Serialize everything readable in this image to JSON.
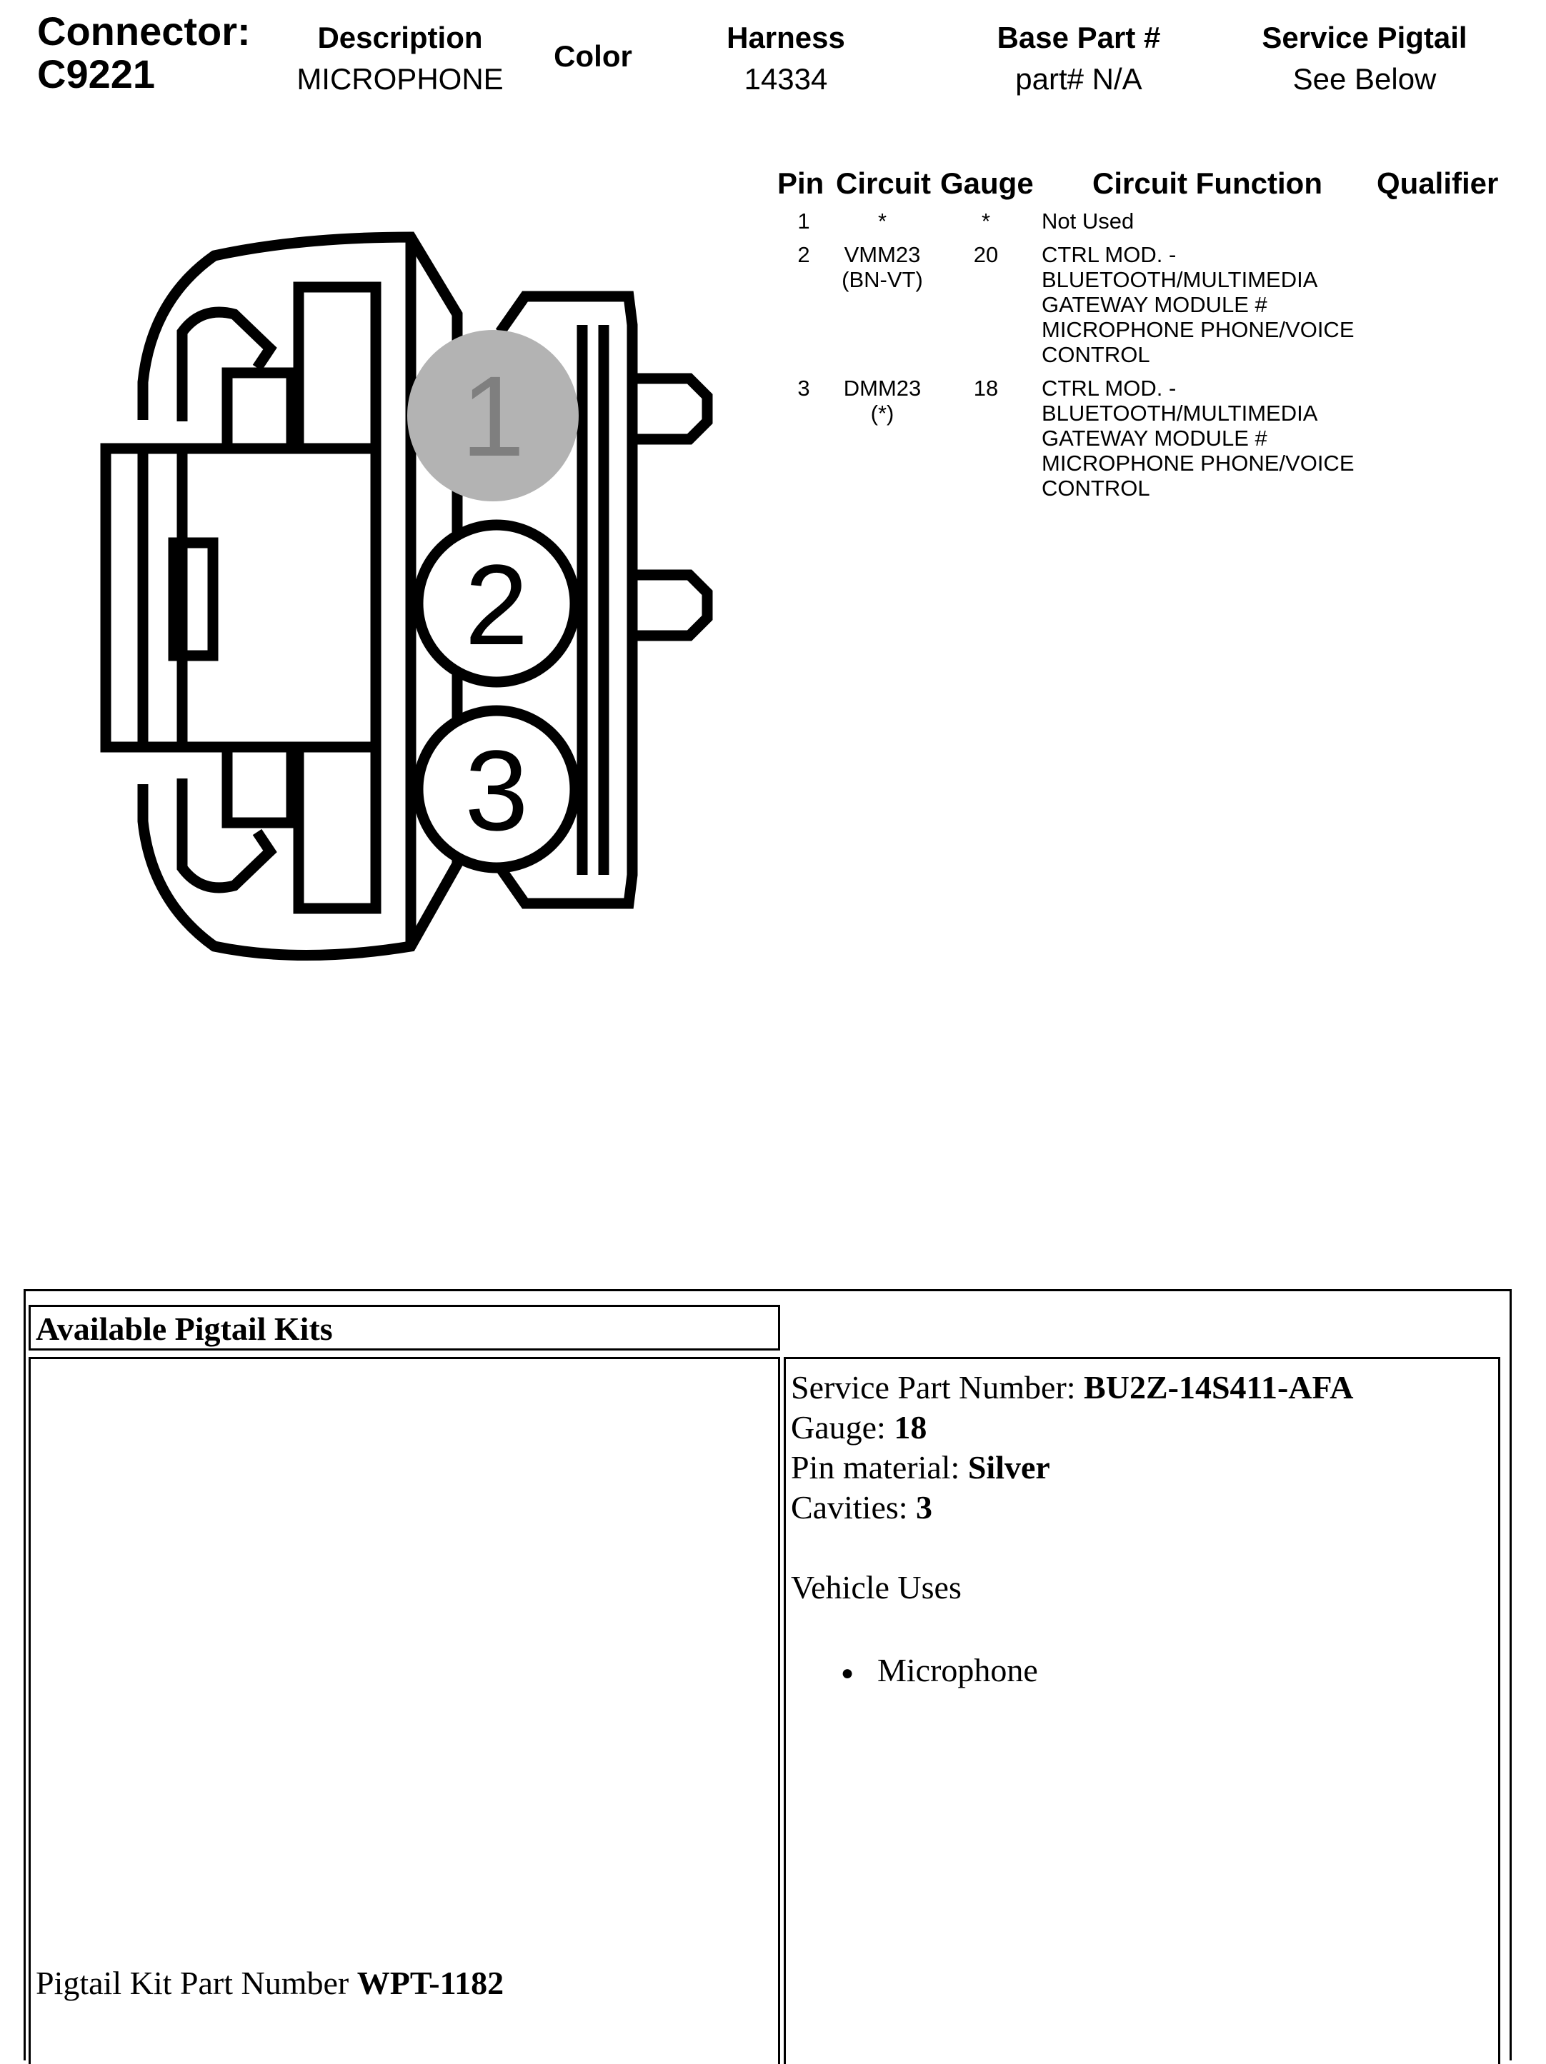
{
  "header": {
    "connector_label": "Connector:",
    "connector_id": "C9221",
    "description_label": "Description",
    "description_value": "MICROPHONE",
    "color_label": "Color",
    "harness_label": "Harness",
    "harness_value": "14334",
    "base_part_label": "Base Part #",
    "base_part_value": "part# N/A",
    "service_pigtail_label": "Service Pigtail",
    "service_pigtail_value": "See Below"
  },
  "pin_table": {
    "headers": {
      "pin": "Pin",
      "circuit": "Circuit",
      "gauge": "Gauge",
      "function": "Circuit Function",
      "qualifier": "Qualifier"
    },
    "rows": [
      {
        "pin": "1",
        "circuit": [
          "*"
        ],
        "gauge": "*",
        "function": [
          "Not Used"
        ]
      },
      {
        "pin": "2",
        "circuit": [
          "VMM23",
          "(BN-VT)"
        ],
        "gauge": "20",
        "function": [
          "CTRL MOD. -",
          "BLUETOOTH/MULTIMEDIA",
          "GATEWAY MODULE #",
          "MICROPHONE PHONE/VOICE",
          "CONTROL"
        ]
      },
      {
        "pin": "3",
        "circuit": [
          "DMM23",
          "(*)"
        ],
        "gauge": "18",
        "function": [
          "CTRL MOD. -",
          "BLUETOOTH/MULTIMEDIA",
          "GATEWAY MODULE #",
          "MICROPHONE PHONE/VOICE",
          "CONTROL"
        ]
      }
    ]
  },
  "diagram": {
    "pin_labels": [
      "1",
      "2",
      "3"
    ],
    "highlighted_pin_color": "#b3b3b3"
  },
  "pigtail": {
    "title": "Available Pigtail Kits",
    "service_part_label": "Service Part Number: ",
    "service_part_value": "BU2Z-14S411-AFA",
    "gauge_label": "Gauge: ",
    "gauge_value": "18",
    "pin_material_label": "Pin material: ",
    "pin_material_value": "Silver",
    "cavities_label": "Cavities: ",
    "cavities_value": "3",
    "vehicle_uses_label": "Vehicle Uses",
    "vehicle_uses": [
      "Microphone"
    ],
    "kit_part_label": "Pigtail Kit Part Number ",
    "kit_part_value": "WPT-1182"
  }
}
